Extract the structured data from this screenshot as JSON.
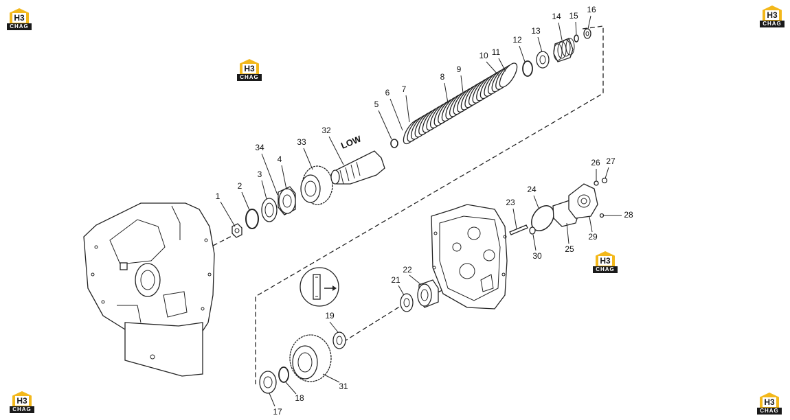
{
  "logo": {
    "mark": "H3",
    "band": "CHAG"
  },
  "annotation_low": "LOW",
  "parts": [
    {
      "id": "p1",
      "label": "1"
    },
    {
      "id": "p2",
      "label": "2"
    },
    {
      "id": "p3",
      "label": "3"
    },
    {
      "id": "p4",
      "label": "4"
    },
    {
      "id": "p5",
      "label": "5"
    },
    {
      "id": "p6",
      "label": "6"
    },
    {
      "id": "p7",
      "label": "7"
    },
    {
      "id": "p8",
      "label": "8"
    },
    {
      "id": "p9",
      "label": "9"
    },
    {
      "id": "p10",
      "label": "10"
    },
    {
      "id": "p11",
      "label": "11"
    },
    {
      "id": "p12",
      "label": "12"
    },
    {
      "id": "p13",
      "label": "13"
    },
    {
      "id": "p14",
      "label": "14"
    },
    {
      "id": "p15",
      "label": "15"
    },
    {
      "id": "p16",
      "label": "16"
    },
    {
      "id": "p17",
      "label": "17"
    },
    {
      "id": "p18",
      "label": "18"
    },
    {
      "id": "p19",
      "label": "19"
    },
    {
      "id": "p21",
      "label": "21"
    },
    {
      "id": "p22",
      "label": "22"
    },
    {
      "id": "p23",
      "label": "23"
    },
    {
      "id": "p24",
      "label": "24"
    },
    {
      "id": "p25",
      "label": "25"
    },
    {
      "id": "p26",
      "label": "26"
    },
    {
      "id": "p27",
      "label": "27"
    },
    {
      "id": "p28",
      "label": "28"
    },
    {
      "id": "p29",
      "label": "29"
    },
    {
      "id": "p30",
      "label": "30"
    },
    {
      "id": "p31",
      "label": "31"
    },
    {
      "id": "p32",
      "label": "32"
    },
    {
      "id": "p33",
      "label": "33"
    },
    {
      "id": "p34",
      "label": "34"
    }
  ],
  "colors": {
    "logo_yellow": "#f3b81b",
    "logo_dark": "#1a1a1a",
    "line": "#222222"
  }
}
